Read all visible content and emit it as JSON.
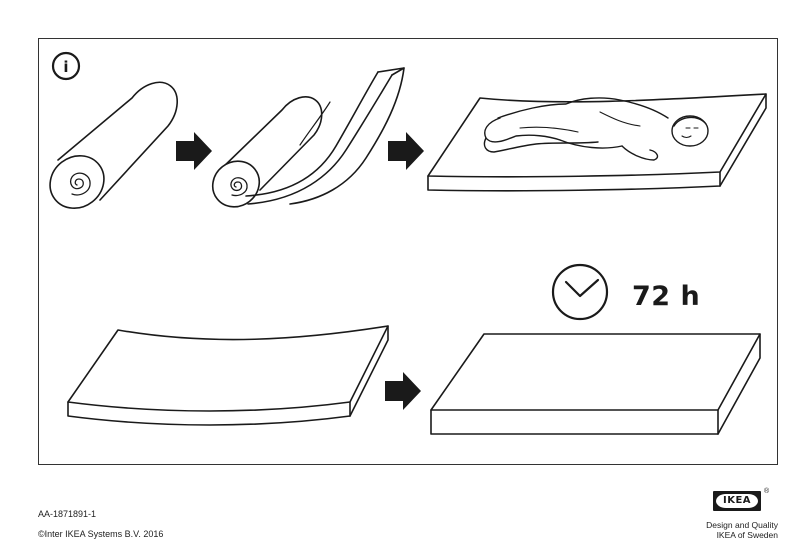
{
  "info_icon": {
    "glyph": "i"
  },
  "timer": {
    "label": "72 h"
  },
  "footer": {
    "doc_id": "AA-1871891-1",
    "copyright": "©Inter IKEA Systems B.V. 2016",
    "brand": "IKEA",
    "registered_mark": "®",
    "tagline_1": "Design and Quality",
    "tagline_2": "IKEA of Sweden"
  },
  "colors": {
    "ink": "#1a1a1a",
    "paper": "#ffffff"
  }
}
